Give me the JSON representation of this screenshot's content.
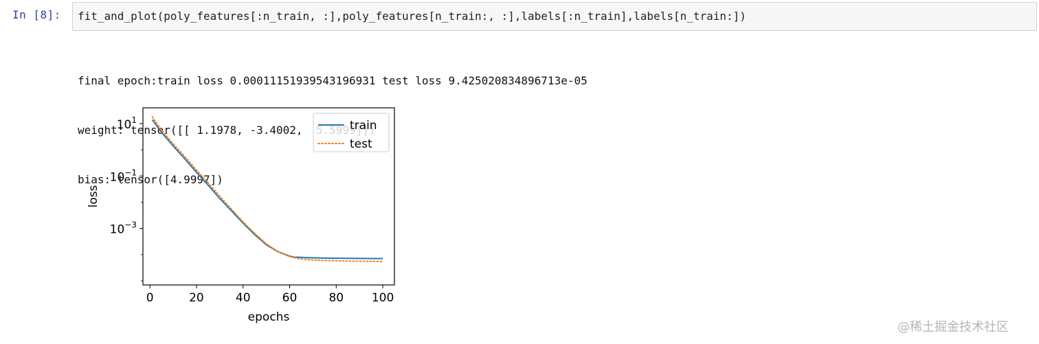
{
  "cell": {
    "prompt": "In  [8]:",
    "code": "fit_and_plot(poly_features[:n_train, :],poly_features[n_train:, :],labels[:n_train],labels[n_train:])"
  },
  "output": {
    "lines": [
      "final epoch:train loss 0.00011151939543196931 test loss 9.425020834896713e-05",
      "weight: tensor([[ 1.1978, -3.4002,  5.5999]])",
      "bias: tensor([4.9997])"
    ]
  },
  "chart_data": {
    "type": "line",
    "xlabel": "epochs",
    "ylabel": "loss",
    "yscale": "log",
    "xlim": [
      -3,
      105
    ],
    "ylim": [
      7e-06,
      40
    ],
    "xticks": [
      0,
      20,
      40,
      60,
      80,
      100
    ],
    "xtick_labels": [
      "0",
      "20",
      "40",
      "60",
      "80",
      "100"
    ],
    "yticks": [
      10,
      0.1,
      0.001
    ],
    "ytick_labels": [
      {
        "base": "10",
        "exp": "1"
      },
      {
        "base": "10",
        "exp": "−1"
      },
      {
        "base": "10",
        "exp": "−3"
      }
    ],
    "grid": false,
    "legend_position": "top-right",
    "series": [
      {
        "name": "train",
        "color": "#1f77b4",
        "style": "solid",
        "points": [
          [
            1,
            14
          ],
          [
            5,
            4.6
          ],
          [
            10,
            1.4
          ],
          [
            15,
            0.45
          ],
          [
            20,
            0.14
          ],
          [
            25,
            0.045
          ],
          [
            30,
            0.014
          ],
          [
            35,
            0.0047
          ],
          [
            40,
            0.0016
          ],
          [
            45,
            0.00058
          ],
          [
            50,
            0.00024
          ],
          [
            55,
            0.00013
          ],
          [
            60,
            8.8e-05
          ],
          [
            62,
            8e-05
          ],
          [
            64,
            8e-05
          ],
          [
            66,
            7.8e-05
          ],
          [
            70,
            7.6e-05
          ],
          [
            75,
            7.4e-05
          ],
          [
            80,
            7.3e-05
          ],
          [
            90,
            7.2e-05
          ],
          [
            100,
            7.1e-05
          ]
        ]
      },
      {
        "name": "test",
        "color": "#ff7f0e",
        "style": "dotted",
        "points": [
          [
            1,
            18
          ],
          [
            5,
            5.6
          ],
          [
            10,
            1.7
          ],
          [
            15,
            0.55
          ],
          [
            20,
            0.17
          ],
          [
            25,
            0.055
          ],
          [
            30,
            0.017
          ],
          [
            35,
            0.0055
          ],
          [
            40,
            0.0018
          ],
          [
            45,
            0.00065
          ],
          [
            50,
            0.00026
          ],
          [
            55,
            0.00013
          ],
          [
            60,
            8.5e-05
          ],
          [
            64,
            7e-05
          ],
          [
            70,
            6.2e-05
          ],
          [
            80,
            5.8e-05
          ],
          [
            90,
            5.6e-05
          ],
          [
            100,
            5.5e-05
          ]
        ]
      }
    ]
  },
  "watermark": "@稀土掘金技术社区"
}
